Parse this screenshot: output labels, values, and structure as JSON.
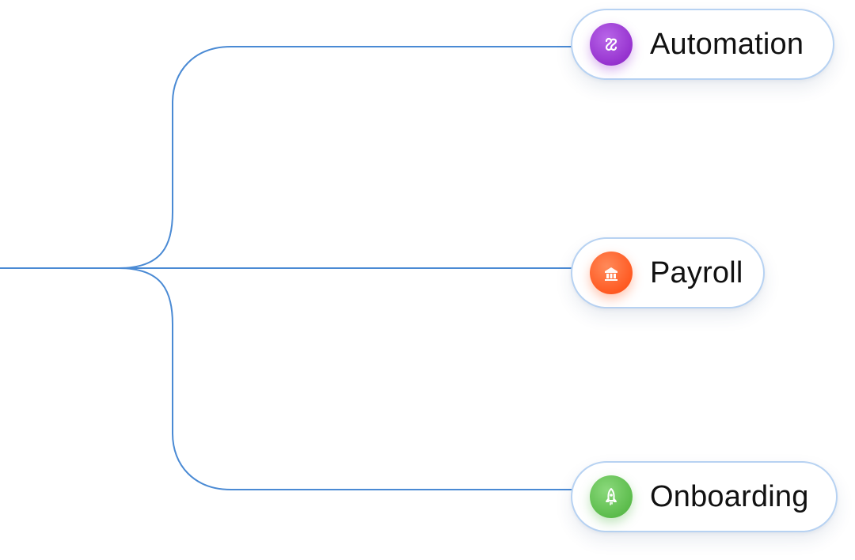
{
  "nodes": [
    {
      "id": "automation",
      "label": "Automation",
      "icon": "automation-icon",
      "color": "#9b3bd6"
    },
    {
      "id": "payroll",
      "label": "Payroll",
      "icon": "payroll-icon",
      "color": "#ff5f28"
    },
    {
      "id": "onboarding",
      "label": "Onboarding",
      "icon": "rocket-icon",
      "color": "#5ec04d"
    }
  ],
  "connector_color": "#4a8ad4"
}
